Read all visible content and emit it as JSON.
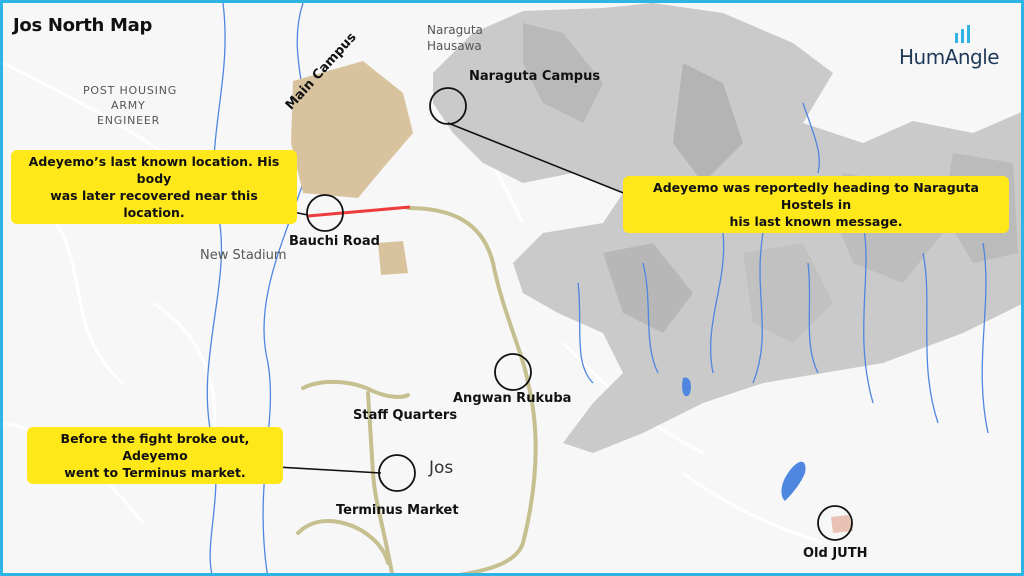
{
  "map": {
    "title": "Jos North Map",
    "brand": "HumAngle",
    "places": {
      "post_housing": "POST HOUSING",
      "army": "ARMY",
      "engineer": "ENGINEER",
      "naraguta": "Naraguta",
      "hausawa": "Hausawa",
      "new_stadium": "New Stadium",
      "jos": "Jos"
    },
    "labels": {
      "main_campus": "Main Campus",
      "naraguta_campus": "Naraguta Campus",
      "bauchi_road": "Bauchi Road",
      "angwan_rukuba": "Angwan Rukuba",
      "staff_quarters": "Staff Quarters",
      "terminus_market": "Terminus Market",
      "old_juth": "Old JUTH"
    },
    "callouts": {
      "last_known_line1": "Adeyemo’s last known location. His body",
      "last_known_line2": "was later recovered near this location.",
      "heading_line1": "Adeyemo was reportedly heading to Naraguta Hostels in",
      "heading_line2": "his last known message.",
      "fight_line1": "Before the fight broke out, Adeyemo",
      "fight_line2": "went to Terminus market."
    },
    "colors": {
      "border": "#2fb4e6",
      "water": "#4f86e0",
      "hills": "#c9c9c9",
      "campus": "#d8c39e",
      "road": "#c6bf90",
      "route_highlight": "#ee3b3b",
      "callout": "#ffe81a",
      "brand_text": "#1f3b59",
      "brand_bars": "#2fb4e6"
    }
  }
}
